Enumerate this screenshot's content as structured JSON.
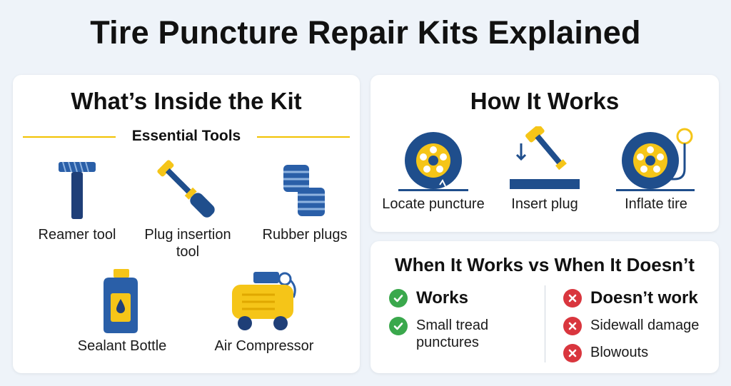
{
  "title": "Tire Puncture Repair Kits Explained",
  "kit": {
    "title": "What’s Inside the Kit",
    "subhead": "Essential Tools",
    "tools": [
      {
        "label": "Reamer tool",
        "icon": "reamer-tool-icon"
      },
      {
        "label": "Plug insertion tool",
        "icon": "plug-insertion-tool-icon"
      },
      {
        "label": "Rubber plugs",
        "icon": "rubber-plugs-icon"
      },
      {
        "label": "Sealant Bottle",
        "icon": "sealant-bottle-icon"
      },
      {
        "label": "Air Compressor",
        "icon": "air-compressor-icon"
      }
    ]
  },
  "how": {
    "title": "How It Works",
    "steps": [
      {
        "label": "Locate puncture",
        "icon": "flat-tire-icon"
      },
      {
        "label": "Insert plug",
        "icon": "insert-plug-icon"
      },
      {
        "label": "Inflate tire",
        "icon": "inflate-tire-icon"
      }
    ]
  },
  "when": {
    "title": "When It Works vs When It Doesn’t",
    "works": {
      "heading": "Works",
      "items": [
        "Small tread punctures"
      ]
    },
    "doesnt": {
      "heading": "Doesn’t work",
      "items": [
        "Sidewall damage",
        "Blowouts"
      ]
    }
  },
  "colors": {
    "navy": "#1f4e8c",
    "yellow": "#f5c518",
    "green": "#3aa84c",
    "red": "#d9363e"
  }
}
